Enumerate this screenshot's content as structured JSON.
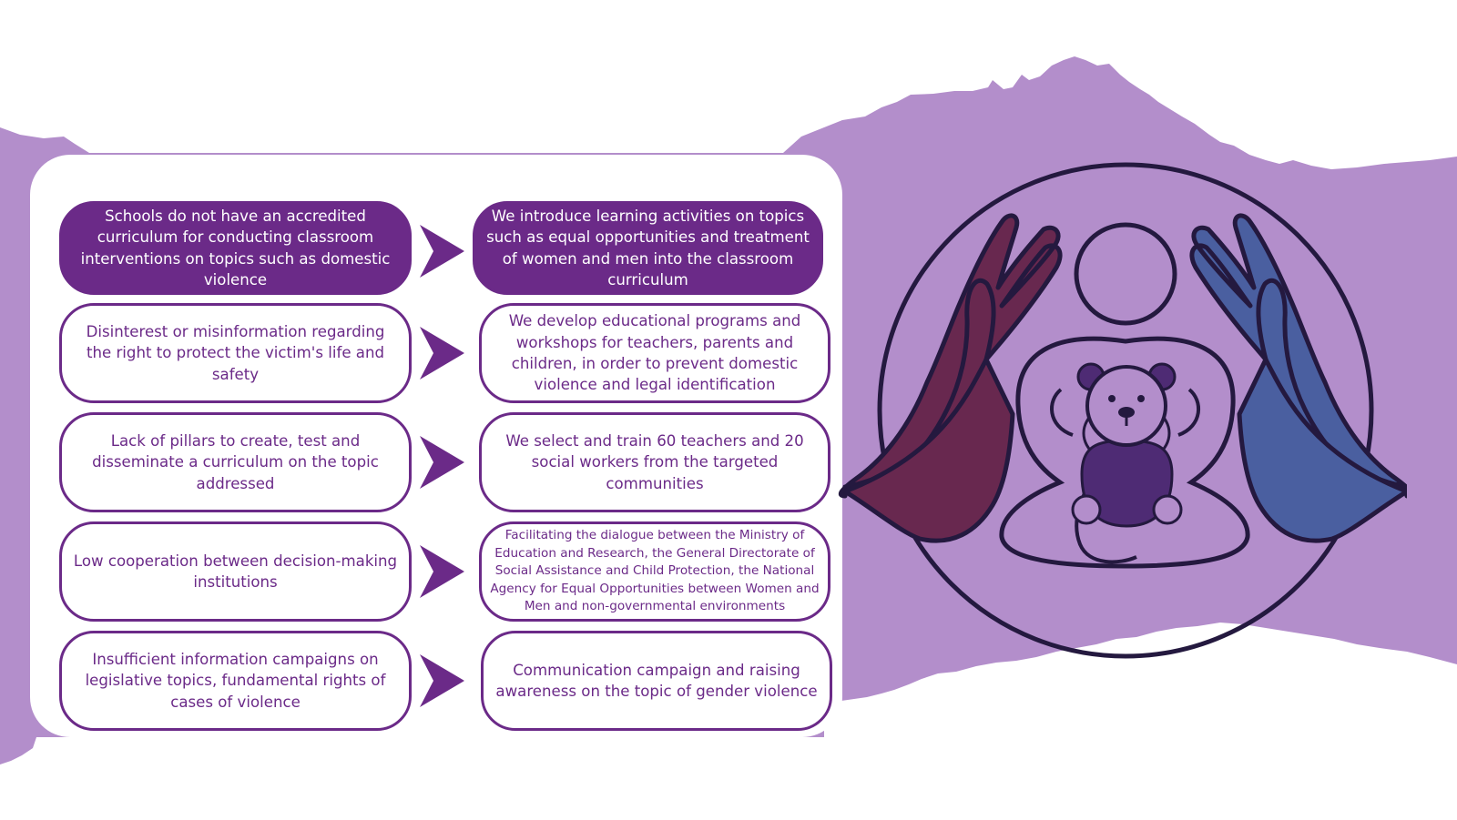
{
  "colors": {
    "lavender": "#b38ecb",
    "purple": "#6b2a88",
    "dark_outline": "#24193f",
    "hand_left": "#68284f",
    "hand_right": "#4a5fa0",
    "bear_body": "#4e2b74"
  },
  "rows": [
    {
      "problem": "Schools do not have an accredited curriculum for conducting classroom interventions on topics such as domestic violence",
      "solution": "We introduce learning activities on topics such as equal opportunities and treatment of women and men into the classroom curriculum",
      "highlighted": true
    },
    {
      "problem": "Disinterest or misinformation regarding the right to protect the victim's life and safety",
      "solution": "We develop educational programs and workshops for teachers, parents and children, in order to prevent domestic violence and legal identification",
      "highlighted": false
    },
    {
      "problem": "Lack of pillars to create, test and disseminate a curriculum on the topic addressed",
      "solution": "We select and train 60 teachers and 20 social workers from the targeted communities",
      "highlighted": false
    },
    {
      "problem": "Low cooperation between decision-making institutions",
      "solution": "Facilitating the dialogue between the Ministry of Education and Research, the General Directorate of Social Assistance and Child Protection, the National Agency for Equal Opportunities between Women and Men and non-governmental environments",
      "highlighted": false
    },
    {
      "problem": "Insufficient information campaigns on legislative topics, fundamental rights of cases of violence",
      "solution": "Communication campaign and raising awareness on the topic of gender violence",
      "highlighted": false
    }
  ],
  "illustration": {
    "icons": [
      "left-hand-icon",
      "right-hand-icon",
      "child-head-icon",
      "teddy-bear-icon"
    ]
  }
}
